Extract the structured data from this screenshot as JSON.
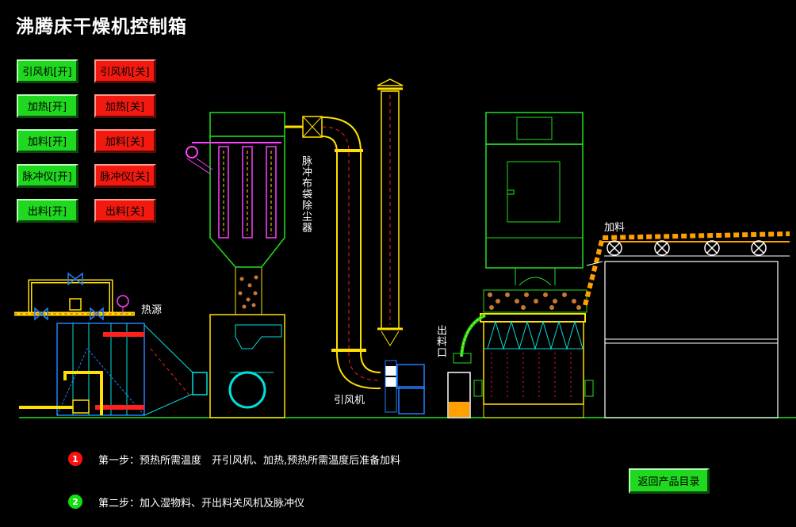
{
  "title": "沸腾床干燥机控制箱",
  "buttons": [
    {
      "on": "引风机[开]",
      "off": "引风机[关]"
    },
    {
      "on": "加热[开]",
      "off": "加热[关]"
    },
    {
      "on": "加料[开]",
      "off": "加料[关]"
    },
    {
      "on": "脉冲仪[开]",
      "off": "脉冲仪[关]"
    },
    {
      "on": "出料[开]",
      "off": "出料[关]"
    }
  ],
  "labels": {
    "dust_collector": "脉冲布袋除尘器",
    "heat_source": "热源",
    "fan": "引风机",
    "discharge": "出料口",
    "feed": "加料"
  },
  "steps": [
    {
      "num": "1",
      "text": "第一步：预热所需温度　开引风机、加热,预热所需温度后准备加料",
      "color": "#ff1010"
    },
    {
      "num": "2",
      "text": "第二步：加入湿物料、开出料关风机及脉冲仪",
      "color": "#10e010"
    }
  ],
  "back_button": "返回产品目录"
}
